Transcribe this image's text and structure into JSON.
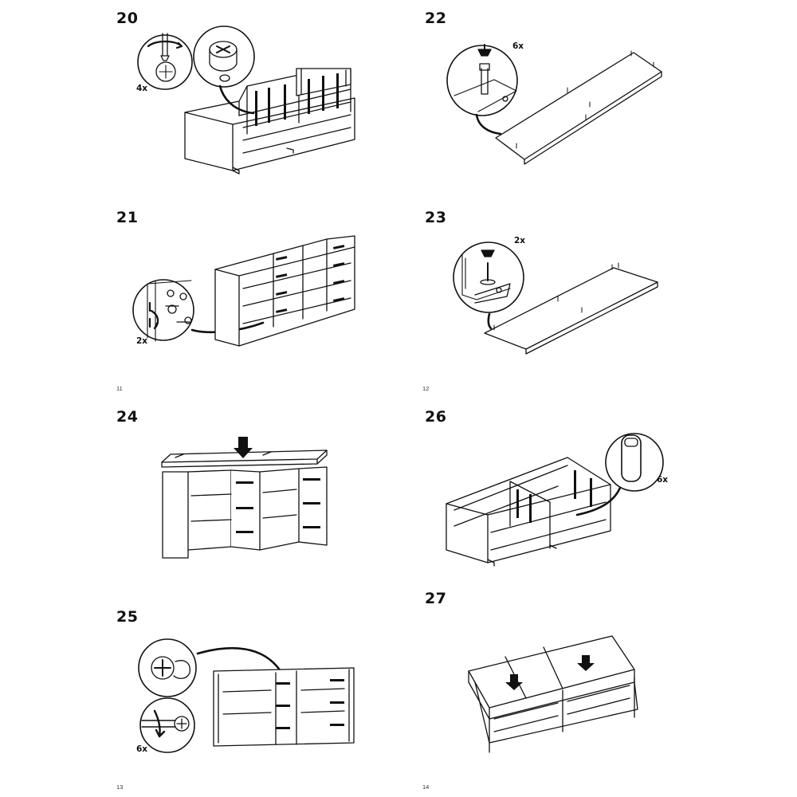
{
  "steps": [
    {
      "number": "20",
      "quantity": "4x"
    },
    {
      "number": "21",
      "quantity": "2x"
    },
    {
      "number": "22",
      "quantity": "6x"
    },
    {
      "number": "23",
      "quantity": "2x"
    },
    {
      "number": "24"
    },
    {
      "number": "25",
      "quantity": "6x"
    },
    {
      "number": "26",
      "quantity": "6x"
    },
    {
      "number": "27"
    }
  ],
  "page_numbers": [
    "11",
    "12",
    "13",
    "14"
  ],
  "colors": {
    "ink": "#111111",
    "paper": "#ffffff",
    "shade": "#bfbfbf"
  }
}
